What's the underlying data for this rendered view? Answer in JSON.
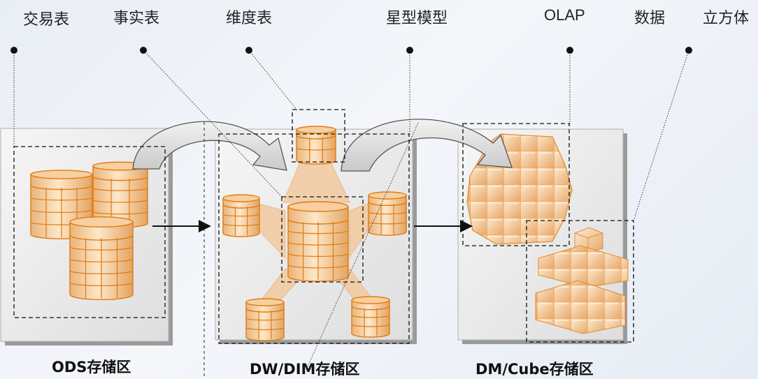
{
  "top_labels": [
    {
      "id": "trade-table",
      "text": "交易表"
    },
    {
      "id": "fact-table",
      "text": "事实表"
    },
    {
      "id": "dimension-table",
      "text": "维度表"
    },
    {
      "id": "star-schema",
      "text": "星型模型"
    },
    {
      "id": "olap",
      "text": "OLAP"
    },
    {
      "id": "data",
      "text": "数据"
    },
    {
      "id": "cube",
      "text": "立方体"
    }
  ],
  "zones": [
    {
      "id": "ods",
      "text": "ODS存储区"
    },
    {
      "id": "dw-dim",
      "text": "DW/DIM存储区"
    },
    {
      "id": "dm-cube",
      "text": "DM/Cube存储区"
    }
  ],
  "colors": {
    "cell_light": "#fde7c8",
    "cell_mid": "#e9b47a",
    "cell_line": "#e07a10",
    "panel_bg": "#ececec",
    "panel_border": "#a8a8a8",
    "arrow_fill": "#dcdcdc"
  },
  "icons": [
    "bullet-dot-icon",
    "curved-arrow-icon",
    "right-arrow-icon",
    "table-cylinder-icon",
    "cube-icon"
  ]
}
